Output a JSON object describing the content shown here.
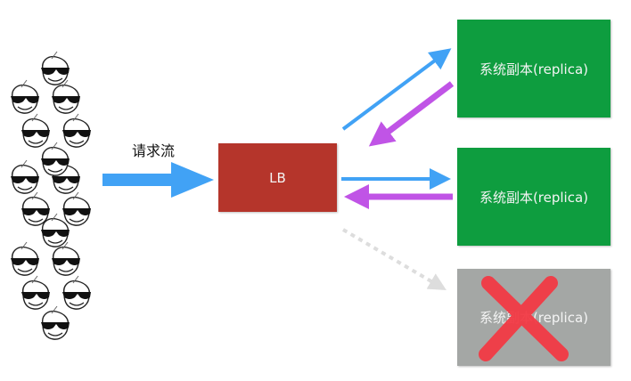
{
  "flow_label": "请求流",
  "lb": {
    "label": "LB",
    "color": "#b5352b"
  },
  "replicas": [
    {
      "label": "系统副本(replica)",
      "status": "up",
      "color": "#0e9d3f"
    },
    {
      "label": "系统副本(replica)",
      "status": "up",
      "color": "#0e9d3f"
    },
    {
      "label": "系统副本(replica)",
      "status": "down",
      "color": "#a4a7a5"
    }
  ],
  "colors": {
    "request": "#41a2f5",
    "response": "#c054e6",
    "failed": "#dddddd",
    "cross": "#f33a45"
  },
  "users_icon": "cool-face-icon",
  "users_count": 16
}
